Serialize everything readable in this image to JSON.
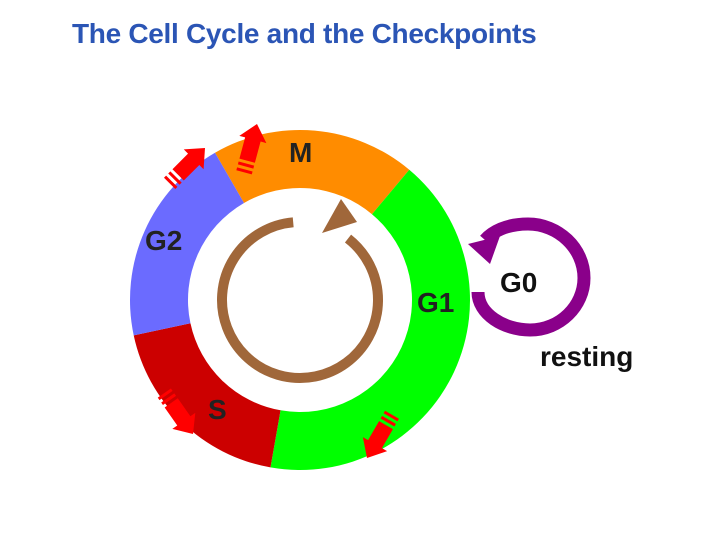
{
  "title": "The Cell Cycle and the Checkpoints",
  "phases": [
    {
      "label": "M",
      "color": "#ff8c00"
    },
    {
      "label": "G1",
      "color": "#00ff00"
    },
    {
      "label": "S",
      "color": "#cc0000"
    },
    {
      "label": "G2",
      "color": "#6b6bff"
    }
  ],
  "g0": {
    "label": "G0",
    "note": "resting",
    "color": "#8a008a"
  },
  "cycle_arrow_color": "#a0673a",
  "checkpoint_color": "#ff0000"
}
